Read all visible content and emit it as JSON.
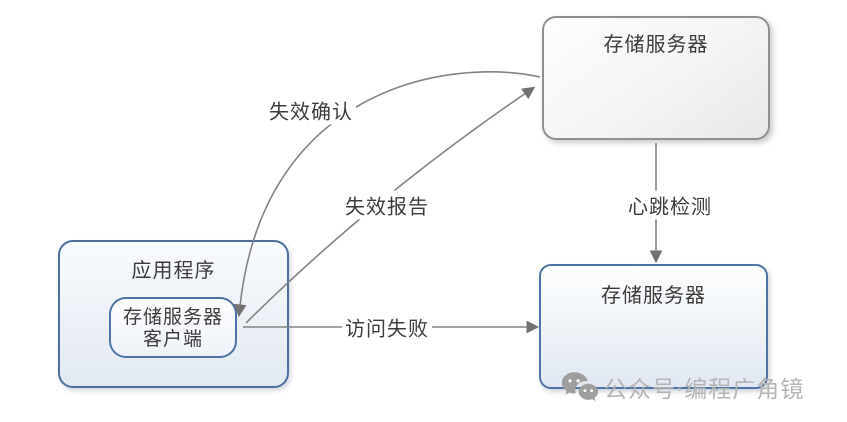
{
  "diagram": {
    "title": "distributed-storage-failure-detection-diagram",
    "nodes": {
      "server_top": {
        "label": "存储服务器"
      },
      "server_bottom": {
        "label": "存储服务器"
      },
      "app": {
        "label": "应用程序"
      },
      "client": {
        "line1": "存储服务器",
        "line2": "客户端"
      }
    },
    "edges": {
      "fail_confirm": {
        "label": "失效确认",
        "from": "server_top",
        "to": "client"
      },
      "fail_report": {
        "label": "失效报告",
        "from": "client",
        "to": "server_top"
      },
      "heartbeat": {
        "label": "心跳检测",
        "from": "server_top",
        "to": "server_bottom"
      },
      "access_fail": {
        "label": "访问失败",
        "from": "client",
        "to": "server_bottom"
      }
    },
    "colors": {
      "blue_border": "#4d74a4",
      "gray_border": "#8f8f8f",
      "arrow": "#838383",
      "text": "#3c3c3c",
      "watermark": "#b4b4b4"
    }
  },
  "watermark": {
    "icon": "wechat-icon",
    "text": "公众号·编程广角镜"
  }
}
